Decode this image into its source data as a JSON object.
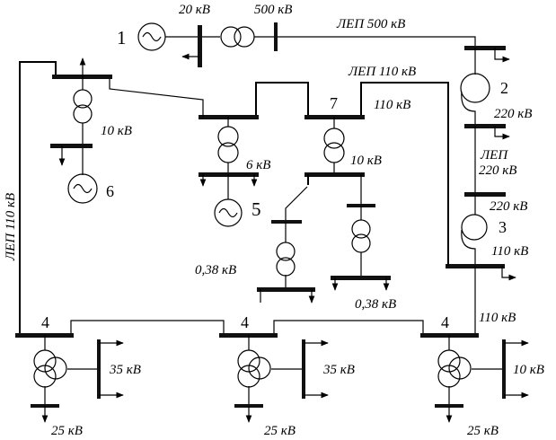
{
  "diagram": {
    "nodes": {
      "n1": "1",
      "n2": "2",
      "n3": "3",
      "n4a": "4",
      "n4b": "4",
      "n4c": "4",
      "n5": "5",
      "n6": "6",
      "n7": "7"
    },
    "labels": {
      "v20": "20 кВ",
      "v500": "500 кВ",
      "lep500": "ЛЕП  500 кВ",
      "lep110_top": "ЛЕП 110 кВ",
      "v110_bus7": "110 кВ",
      "v220_a": "220 кВ",
      "lep220_1": "ЛЕП",
      "lep220_2": "220 кВ",
      "v220_b": "220 кВ",
      "v110_bus3": "110 кВ",
      "v110_line": "110 кВ",
      "v10_left": "10 кВ",
      "v6": "6 кВ",
      "v10_mid": "10 кВ",
      "v038_left": "0,38 кВ",
      "v038_right": "0,38 кВ",
      "lep110_left": "ЛЕП 110 кВ",
      "v35_a": "35 кВ",
      "v35_b": "35 кВ",
      "v10_c": "10 кВ",
      "v25_a": "25 кВ",
      "v25_b": "25 кВ",
      "v25_c": "25 кВ"
    }
  }
}
